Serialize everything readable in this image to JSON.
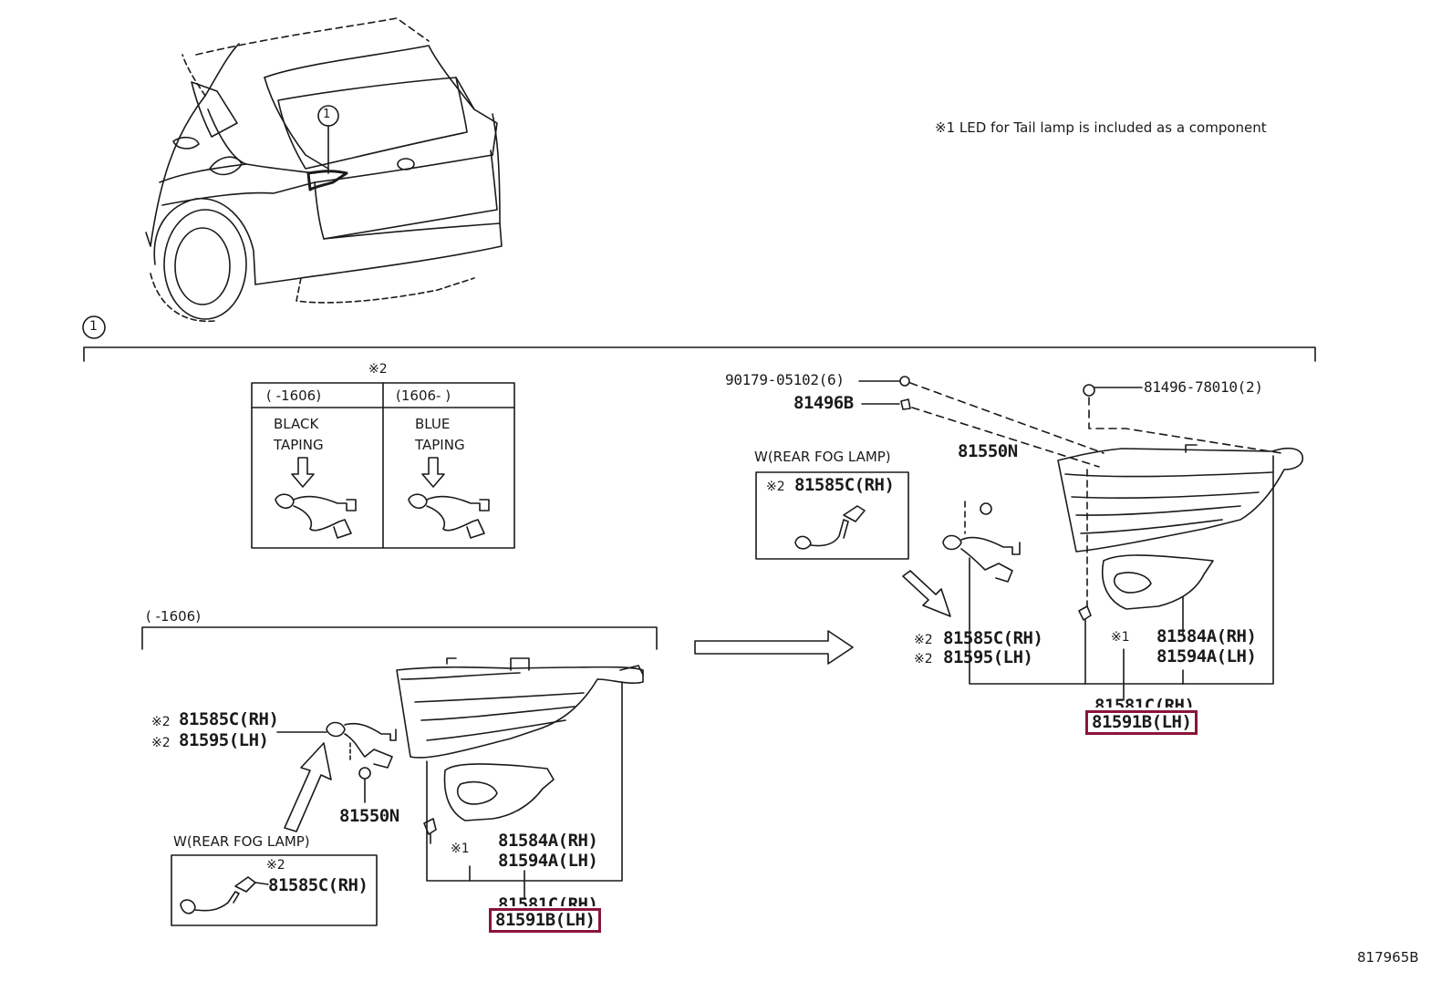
{
  "footnote": "※1 LED for Tail lamp is included as a component",
  "callout": "1",
  "drawing_id": "817965B",
  "note_marker": "※2",
  "taping_box": {
    "left": {
      "range": "(     -1606)",
      "line1": "BLACK",
      "line2": "TAPING"
    },
    "right": {
      "range": "(1606-     )",
      "line1": "BLUE",
      "line2": "TAPING"
    }
  },
  "left_group": {
    "range": "(     -1606)",
    "socket_rh_mark": "※2",
    "socket_rh": "81585C(RH)",
    "socket_lh_mark": "※2",
    "socket_lh": "81595(LH)",
    "cap": "81550N",
    "gasket_rh": "81584A(RH)",
    "gasket_lh": "81594A(LH)",
    "led_mark": "※1",
    "lamp_rh": "81581C(RH)",
    "lamp_lh": "81591B(LH)",
    "fog_title": "W(REAR FOG LAMP)",
    "fog_mark": "※2",
    "fog_part": "81585C(RH)"
  },
  "right_group": {
    "screw": "90179-05102(6)",
    "nut": "81496B",
    "clip": "81496-78010(2)",
    "cap": "81550N",
    "fog_title": "W(REAR FOG LAMP)",
    "fog_mark": "※2",
    "fog_part": "81585C(RH)",
    "socket_rh_mark": "※2",
    "socket_rh": "81585C(RH)",
    "socket_lh_mark": "※2",
    "socket_lh": "81595(LH)",
    "led_mark": "※1",
    "gasket_rh": "81584A(RH)",
    "gasket_lh": "81594A(LH)",
    "lamp_rh": "81581C(RH)",
    "lamp_lh": "81591B(LH)"
  },
  "highlight_color": "#8a1538"
}
